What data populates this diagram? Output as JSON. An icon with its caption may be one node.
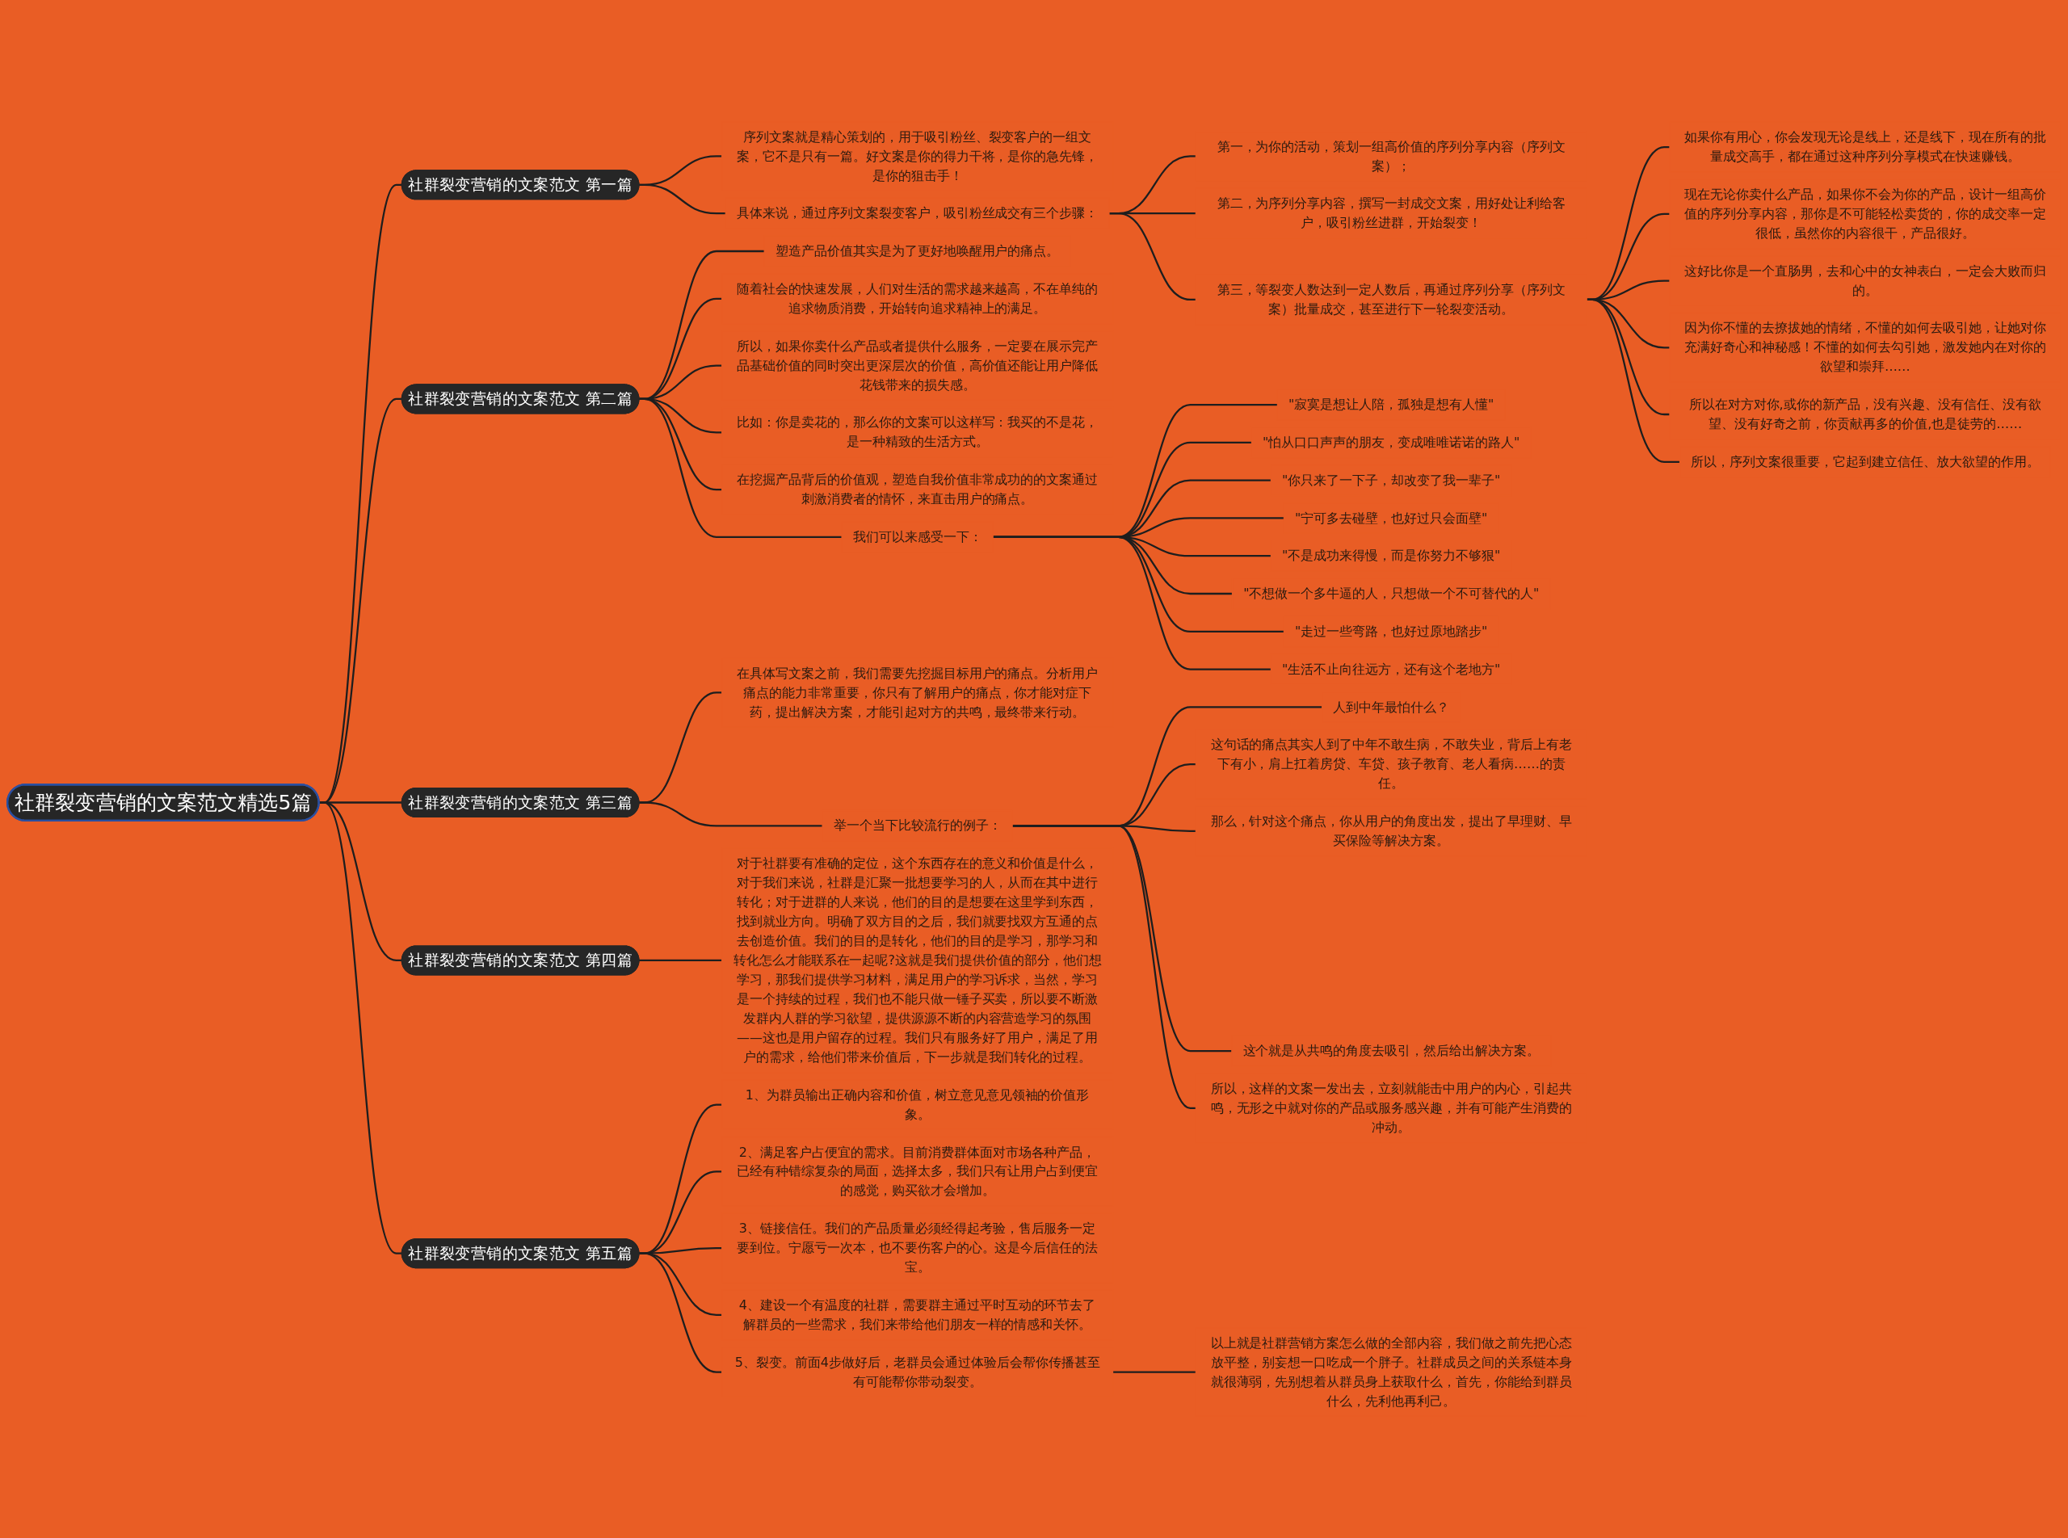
{
  "diagram": {
    "nodes": [
      {
        "text": [
          "社群裂变营销的文案范文精选5篇"
        ]
      },
      {
        "text": [
          "社群裂变营销的文案范文 第一篇"
        ]
      },
      {
        "text": [
          "序列文案就是精心策划的，用于吸引粉丝、裂变客户的一组文案，它不是只有一篇。好文案是你的得力干将，是你的急先锋，是你的狙击手！"
        ]
      },
      {
        "text": [
          "具体来说，通过序列文案裂变客户，吸引粉丝成交有三个步骤："
        ]
      },
      {
        "text": [
          "第一，为你的活动，策划一组高价值的序列分享内容（序列文案）；"
        ]
      },
      {
        "text": [
          "第二，为序列分享内容，撰写一封成交文案，用好处让利给客户，吸引粉丝进群，开始裂变！"
        ]
      },
      {
        "text": [
          "第三，等裂变人数达到一定人数后，再通过序列分享（序列文案）批量成交，甚至进行下一轮裂变活动。"
        ]
      },
      {
        "text": [
          "如果你有用心，你会发现无论是线上，还是线下，现在所有的批量成交高手，都在通过这种序列分享模式在快速赚钱。"
        ]
      },
      {
        "text": [
          "现在无论你卖什么产品，如果你不会为你的产品，设计一组高价值的序列分享内容，那你是不可能轻松卖货的，你的成交率一定很低，虽然你的内容很干，产品很好。"
        ]
      },
      {
        "text": [
          "这好比你是一个直肠男，去和心中的女神表白，一定会大败而归的。"
        ]
      },
      {
        "text": [
          "因为你不懂的去撩拔她的情绪，不懂的如何去吸引她，让她对你充满好奇心和神秘感！不懂的如何去勾引她，激发她内在对你的欲望和崇拜……"
        ]
      },
      {
        "text": [
          "所以在对方对你,或你的新产品，没有兴趣、没有信任、没有欲望、没有好奇之前，你贡献再多的价值,也是徒劳的……"
        ]
      },
      {
        "text": [
          "所以，序列文案很重要，它起到建立信任、放大欲望的作用。"
        ]
      },
      {
        "text": [
          "社群裂变营销的文案范文 第二篇"
        ]
      },
      {
        "text": [
          "塑造产品价值其实是为了更好地唤醒用户的痛点。"
        ]
      },
      {
        "text": [
          "随着社会的快速发展，人们对生活的需求越来越高，不在单纯的追求物质消费，开始转向追求精神上的满足。"
        ]
      },
      {
        "text": [
          "所以，如果你卖什么产品或者提供什么服务，一定要在展示完产品基础价值的同时突出更深层次的价值，高价值还能让用户降低花钱带来的损失感。"
        ]
      },
      {
        "text": [
          "比如：你是卖花的，那么你的文案可以这样写：我买的不是花，是一种精致的生活方式。"
        ]
      },
      {
        "text": [
          "在挖掘产品背后的价值观，塑造自我价值非常成功的的文案通过刺激消费者的情怀，来直击用户的痛点。"
        ]
      },
      {
        "text": [
          "我们可以来感受一下："
        ]
      },
      {
        "text": [
          "\"寂寞是想让人陪，孤独是想有人懂\""
        ]
      },
      {
        "text": [
          "\"怕从口口声声的朋友，变成唯唯诺诺的路人\""
        ]
      },
      {
        "text": [
          "\"你只来了一下子，却改变了我一辈子\""
        ]
      },
      {
        "text": [
          "\"宁可多去碰壁，也好过只会面壁\""
        ]
      },
      {
        "text": [
          "\"不是成功来得慢，而是你努力不够狠\""
        ]
      },
      {
        "text": [
          "\"不想做一个多牛逼的人，只想做一个不可替代的人\""
        ]
      },
      {
        "text": [
          "\"走过一些弯路，也好过原地踏步\""
        ]
      },
      {
        "text": [
          "\"生活不止向往远方，还有这个老地方\""
        ]
      },
      {
        "text": [
          "社群裂变营销的文案范文 第三篇"
        ]
      },
      {
        "text": [
          "在具体写文案之前，我们需要先挖掘目标用户的痛点。分析用户痛点的能力非常重要，你只有了解用户的痛点，你才能对症下药，提出解决方案，才能引起对方的共鸣，最终带来行动。"
        ]
      },
      {
        "text": [
          "举一个当下比较流行的例子："
        ]
      },
      {
        "text": [
          "人到中年最怕什么？"
        ]
      },
      {
        "text": [
          "这句话的痛点其实人到了中年不敢生病，不敢失业，背后上有老下有小，肩上扛着房贷、车贷、孩子教育、老人看病……的责任。"
        ]
      },
      {
        "text": [
          "那么，针对这个痛点，你从用户的角度出发，提出了早理财、早买保险等解决方案。"
        ]
      },
      {
        "text": [
          "这个就是从共鸣的角度去吸引，然后给出解决方案。"
        ]
      },
      {
        "text": [
          "所以，这样的文案一发出去，立刻就能击中用户的内心，引起共鸣，无形之中就对你的产品或服务感兴趣，并有可能产生消费的冲动。"
        ]
      },
      {
        "text": [
          "社群裂变营销的文案范文 第四篇"
        ]
      },
      {
        "text": [
          "对于社群要有准确的定位，这个东西存在的意义和价值是什么，对于我们来说，社群是汇聚一批想要学习的人，从而在其中进行转化；对于进群的人来说，他们的目的是想要在这里学到东西，找到就业方向。明确了双方目的之后，我们就要找双方互通的点去创造价值。我们的目的是转化，他们的目的是学习，那学习和转化怎么才能联系在一起呢?这就是我们提供价值的部分，他们想学习，那我们提供学习材料，满足用户的学习诉求，当然，学习是一个持续的过程，我们也不能只做一锤子买卖，所以要不断激发群内人群的学习欲望，提供源源不断的内容营造学习的氛围——这也是用户留存的过程。我们只有服务好了用户，满足了用户的需求，给他们带来价值后，下一步就是我们转化的过程。"
        ]
      },
      {
        "text": [
          "社群裂变营销的文案范文 第五篇"
        ]
      },
      {
        "text": [
          "1、为群员输出正确内容和价值，树立意见意见领袖的价值形象。"
        ]
      },
      {
        "text": [
          "2、满足客户占便宜的需求。目前消费群体面对市场各种产品，已经有种错综复杂的局面，选择太多，我们只有让用户占到便宜的感觉，购买欲才会增加。"
        ]
      },
      {
        "text": [
          "3、链接信任。我们的产品质量必须经得起考验，售后服务一定要到位。宁愿亏一次本，也不要伤客户的心。这是今后信任的法宝。"
        ]
      },
      {
        "text": [
          "4、建设一个有温度的社群，需要群主通过平时互动的环节去了解群员的一些需求，我们来带给他们朋友一样的情感和关怀。"
        ]
      },
      {
        "text": [
          "5、裂变。前面4步做好后，老群员会通过体验后会帮你传播甚至有可能帮你带动裂变。"
        ]
      },
      {
        "text": [
          "以上就是社群营销方案怎么做的全部内容，我们做之前先把心态放平整，别妄想一口吃成一个胖子。社群成员之间的关系链本身就很薄弱，先别想着从群员身上获取什么，首先，你能给到群员什么，先利他再利己。"
        ]
      }
    ],
    "edges": [
      {
        "from": 0,
        "to": 1,
        "arrow": "none"
      },
      {
        "from": 1,
        "to": 2,
        "arrow": "none"
      },
      {
        "from": 1,
        "to": 3,
        "arrow": "none"
      },
      {
        "from": 3,
        "to": 4,
        "arrow": "none"
      },
      {
        "from": 3,
        "to": 5,
        "arrow": "none"
      },
      {
        "from": 3,
        "to": 6,
        "arrow": "none"
      },
      {
        "from": 6,
        "to": 7,
        "arrow": "none"
      },
      {
        "from": 6,
        "to": 8,
        "arrow": "none"
      },
      {
        "from": 6,
        "to": 9,
        "arrow": "none"
      },
      {
        "from": 6,
        "to": 10,
        "arrow": "none"
      },
      {
        "from": 6,
        "to": 11,
        "arrow": "none"
      },
      {
        "from": 6,
        "to": 12,
        "arrow": "none"
      },
      {
        "from": 0,
        "to": 13,
        "arrow": "none"
      },
      {
        "from": 13,
        "to": 14,
        "arrow": "none"
      },
      {
        "from": 13,
        "to": 15,
        "arrow": "none"
      },
      {
        "from": 13,
        "to": 16,
        "arrow": "none"
      },
      {
        "from": 13,
        "to": 17,
        "arrow": "none"
      },
      {
        "from": 13,
        "to": 18,
        "arrow": "none"
      },
      {
        "from": 13,
        "to": 19,
        "arrow": "none"
      },
      {
        "from": 19,
        "to": 20,
        "arrow": "none"
      },
      {
        "from": 19,
        "to": 21,
        "arrow": "none"
      },
      {
        "from": 19,
        "to": 22,
        "arrow": "none"
      },
      {
        "from": 19,
        "to": 23,
        "arrow": "none"
      },
      {
        "from": 19,
        "to": 24,
        "arrow": "none"
      },
      {
        "from": 19,
        "to": 25,
        "arrow": "none"
      },
      {
        "from": 19,
        "to": 26,
        "arrow": "none"
      },
      {
        "from": 19,
        "to": 27,
        "arrow": "none"
      },
      {
        "from": 0,
        "to": 28,
        "arrow": "none"
      },
      {
        "from": 28,
        "to": 29,
        "arrow": "none"
      },
      {
        "from": 28,
        "to": 30,
        "arrow": "none"
      },
      {
        "from": 30,
        "to": 31,
        "arrow": "none"
      },
      {
        "from": 30,
        "to": 32,
        "arrow": "none"
      },
      {
        "from": 30,
        "to": 33,
        "arrow": "none"
      },
      {
        "from": 30,
        "to": 34,
        "arrow": "none"
      },
      {
        "from": 30,
        "to": 35,
        "arrow": "none"
      },
      {
        "from": 0,
        "to": 36,
        "arrow": "none"
      },
      {
        "from": 36,
        "to": 37,
        "arrow": "none"
      },
      {
        "from": 0,
        "to": 38,
        "arrow": "none"
      },
      {
        "from": 38,
        "to": 39,
        "arrow": "none"
      },
      {
        "from": 38,
        "to": 40,
        "arrow": "none"
      },
      {
        "from": 38,
        "to": 41,
        "arrow": "none"
      },
      {
        "from": 38,
        "to": 42,
        "arrow": "none"
      },
      {
        "from": 38,
        "to": 43,
        "arrow": "none"
      },
      {
        "from": 43,
        "to": 44,
        "arrow": "none"
      }
    ]
  }
}
